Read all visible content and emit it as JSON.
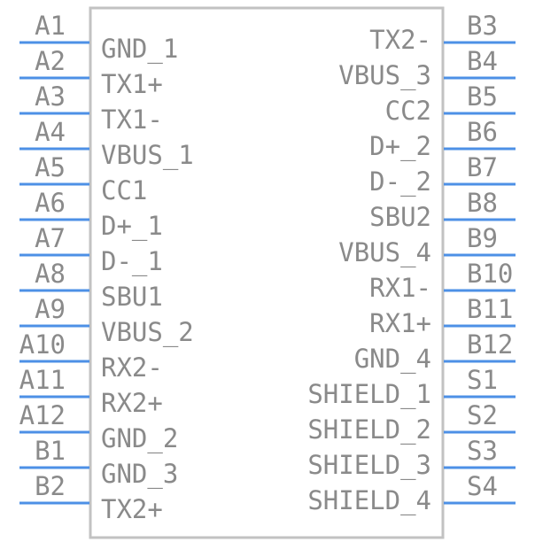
{
  "component": {
    "left_pins": [
      {
        "number": "A1",
        "name": "GND_1"
      },
      {
        "number": "A2",
        "name": "TX1+"
      },
      {
        "number": "A3",
        "name": "TX1-"
      },
      {
        "number": "A4",
        "name": "VBUS_1"
      },
      {
        "number": "A5",
        "name": "CC1"
      },
      {
        "number": "A6",
        "name": "D+_1"
      },
      {
        "number": "A7",
        "name": "D-_1"
      },
      {
        "number": "A8",
        "name": "SBU1"
      },
      {
        "number": "A9",
        "name": "VBUS_2"
      },
      {
        "number": "A10",
        "name": "RX2-"
      },
      {
        "number": "A11",
        "name": "RX2+"
      },
      {
        "number": "A12",
        "name": "GND_2"
      },
      {
        "number": "B1",
        "name": "GND_3"
      },
      {
        "number": "B2",
        "name": "TX2+"
      }
    ],
    "right_pins": [
      {
        "number": "B3",
        "name": "TX2-"
      },
      {
        "number": "B4",
        "name": "VBUS_3"
      },
      {
        "number": "B5",
        "name": "CC2"
      },
      {
        "number": "B6",
        "name": "D+_2"
      },
      {
        "number": "B7",
        "name": "D-_2"
      },
      {
        "number": "B8",
        "name": "SBU2"
      },
      {
        "number": "B9",
        "name": "VBUS_4"
      },
      {
        "number": "B10",
        "name": "RX1-"
      },
      {
        "number": "B11",
        "name": "RX1+"
      },
      {
        "number": "B12",
        "name": "GND_4"
      },
      {
        "number": "S1",
        "name": "SHIELD_1"
      },
      {
        "number": "S2",
        "name": "SHIELD_2"
      },
      {
        "number": "S3",
        "name": "SHIELD_3"
      },
      {
        "number": "S4",
        "name": "SHIELD_4"
      }
    ],
    "colors": {
      "pin_line": "#4d90e6",
      "body_outline": "#c2c2c2",
      "text": "#8a8a8a"
    }
  }
}
